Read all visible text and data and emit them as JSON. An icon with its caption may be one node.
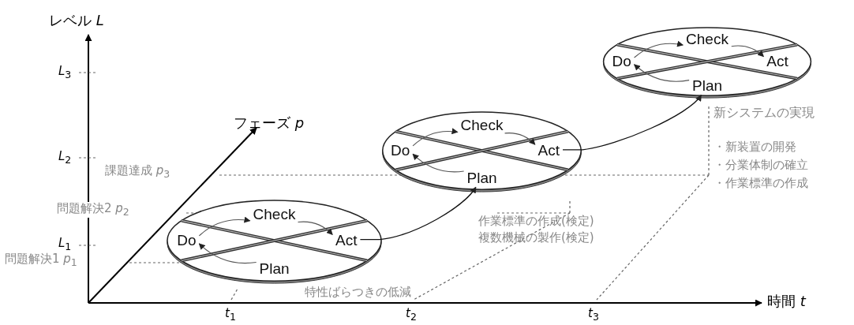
{
  "diagram": {
    "nodes": [
      {
        "text": [],
        "shape": "ellipse"
      },
      {
        "text": [
          "Check"
        ],
        "in": 0
      },
      {
        "text": [
          "Do"
        ],
        "in": 0
      },
      {
        "text": [
          "Act"
        ],
        "in": 0
      },
      {
        "text": [
          "Plan"
        ],
        "in": 0
      },
      {
        "text": [],
        "shape": "ellipse"
      },
      {
        "text": [
          "Check"
        ],
        "in": 5
      },
      {
        "text": [
          "Do"
        ],
        "in": 5
      },
      {
        "text": [
          "Act"
        ],
        "in": 5
      },
      {
        "text": [
          "Plan"
        ],
        "in": 5
      },
      {
        "text": [],
        "shape": "ellipse"
      },
      {
        "text": [
          "Check"
        ],
        "in": 10
      },
      {
        "text": [
          "Do"
        ],
        "in": 10
      },
      {
        "text": [
          "Act"
        ],
        "in": 10
      },
      {
        "text": [
          "Plan"
        ],
        "in": 10
      }
    ],
    "edges": [
      {
        "from": 2,
        "to": 1,
        "arrow": "to"
      },
      {
        "from": 1,
        "to": 3,
        "arrow": "to"
      },
      {
        "from": 4,
        "to": 2,
        "arrow": "to"
      },
      {
        "from": 3,
        "to": 9,
        "arrow": "to"
      },
      {
        "from": 7,
        "to": 6,
        "arrow": "to"
      },
      {
        "from": 6,
        "to": 8,
        "arrow": "to"
      },
      {
        "from": 9,
        "to": 7,
        "arrow": "to"
      },
      {
        "from": 8,
        "to": 14,
        "arrow": "to"
      },
      {
        "from": 12,
        "to": 11,
        "arrow": "to"
      },
      {
        "from": 11,
        "to": 13,
        "arrow": "to"
      },
      {
        "from": 14,
        "to": 12,
        "arrow": "to"
      }
    ],
    "labels": [
      "レベル *L*",
      "*L*$_{3}$",
      "*L*$_{2}$",
      "*L*$_{1}$",
      "フェーズ *p*",
      "課題達成 *p*$_{3}$",
      "問題解決2 *p*$_{2}$",
      "問題解決1 *p*$_{1}$",
      "特性ばらつきの低減",
      "作業標準の作成(検定)",
      "複数機械の製作(検定)",
      "新システムの実現",
      "・新装置の開発",
      "・分業体制の確立",
      "・作業標準の作成",
      "時間 *t*",
      "*t*$_{1}$",
      "*t*$_{2}$",
      "*t*$_{3}$"
    ]
  }
}
